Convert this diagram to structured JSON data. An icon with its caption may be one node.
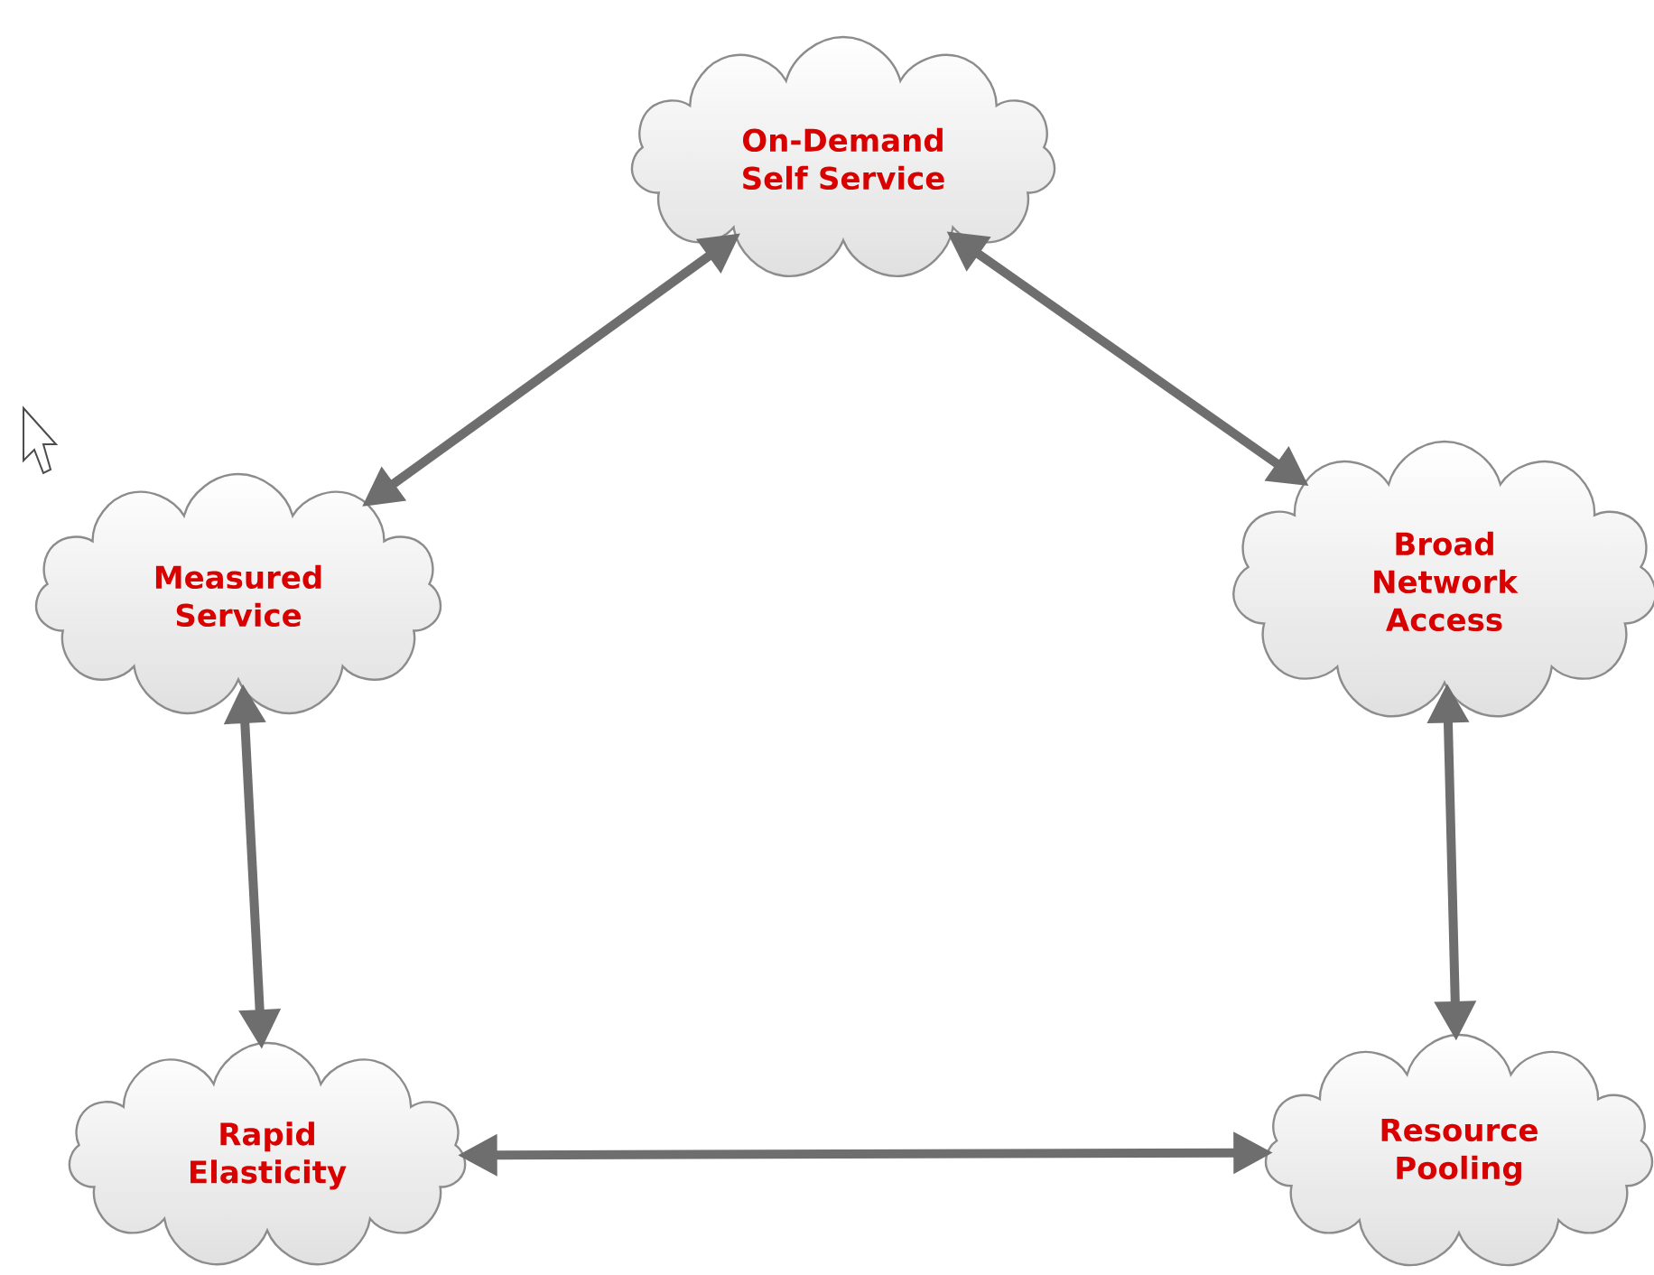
{
  "diagram": {
    "nodes": [
      {
        "text": [
          "On-Demand Self Service"
        ]
      },
      {
        "text": [
          "Measured Service"
        ]
      },
      {
        "text": [
          "Broad Network Access"
        ]
      },
      {
        "text": [
          "Rapid Elasticity"
        ]
      },
      {
        "text": [
          "Resource Pooling"
        ]
      }
    ],
    "edges": [
      {
        "from": 0,
        "to": 1,
        "arrow": "both"
      },
      {
        "from": 0,
        "to": 2,
        "arrow": "both"
      },
      {
        "from": 1,
        "to": 3,
        "arrow": "both"
      },
      {
        "from": 2,
        "to": 4,
        "arrow": "both"
      },
      {
        "from": 3,
        "to": 4,
        "arrow": "both"
      }
    ]
  }
}
